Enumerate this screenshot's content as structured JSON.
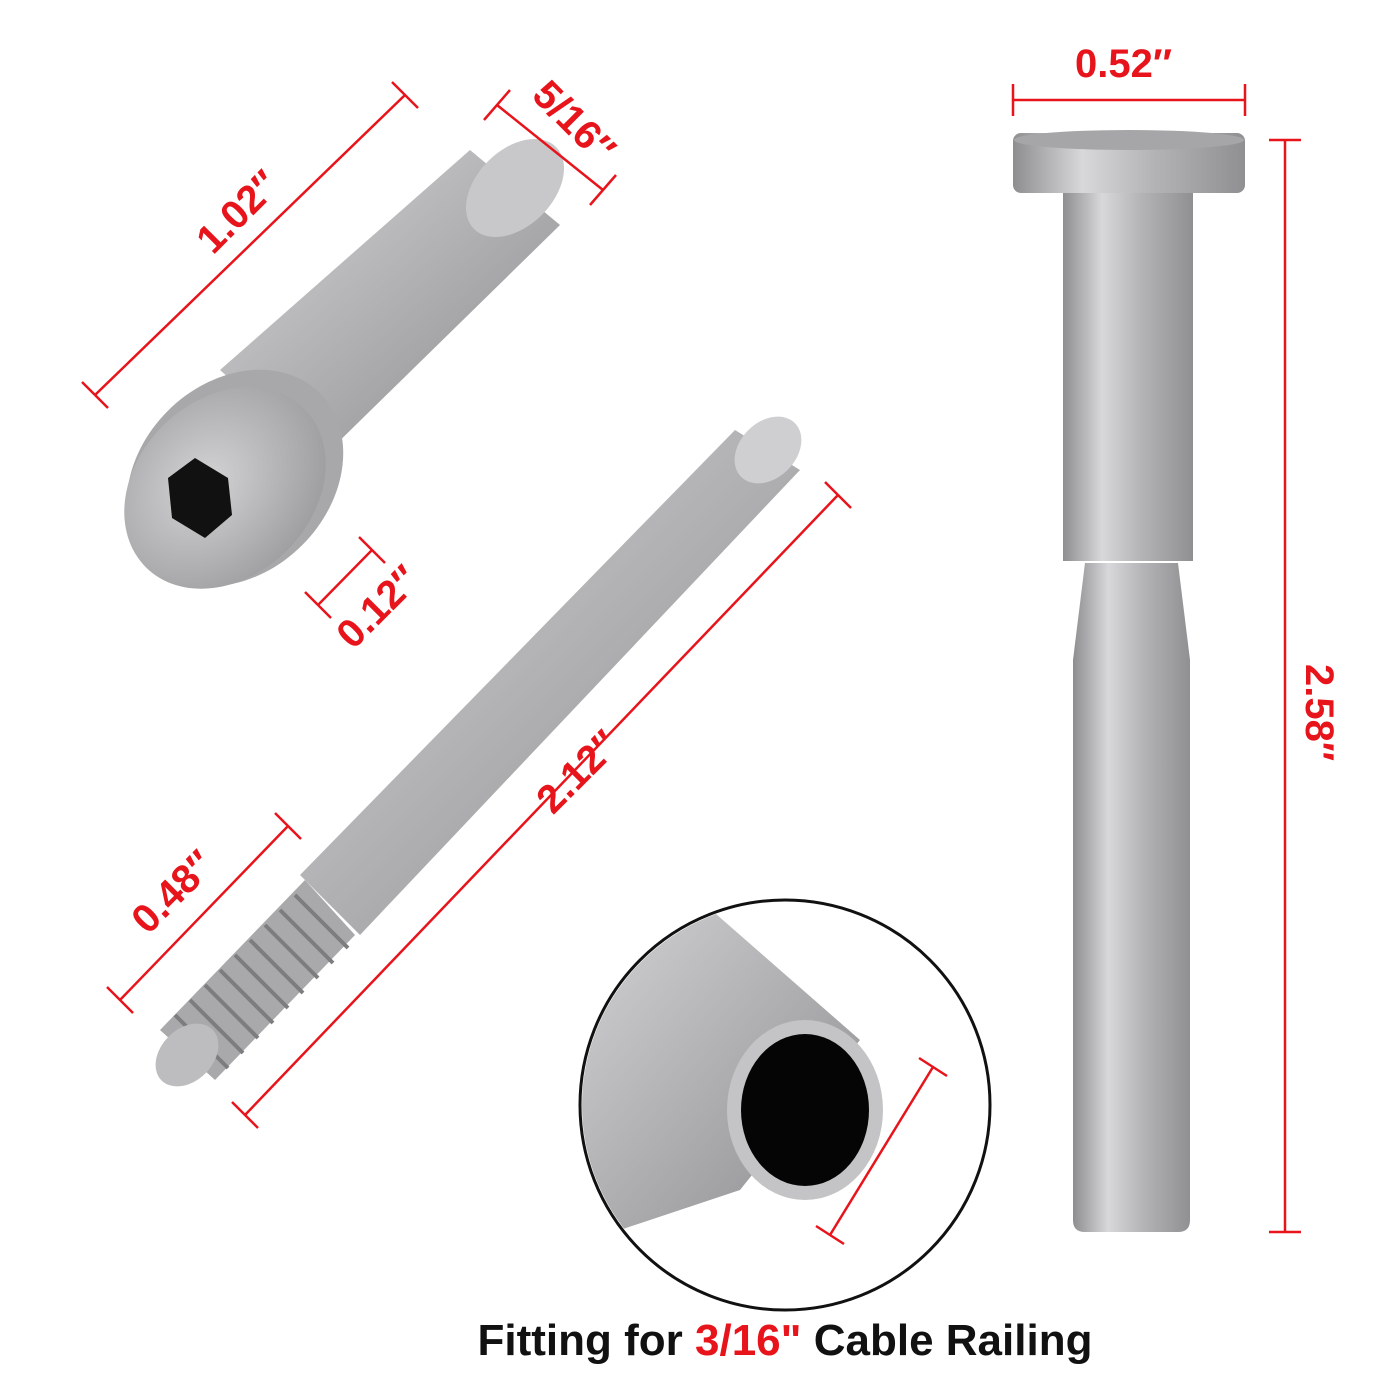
{
  "dimensions": {
    "nut_length": "1.02″",
    "nut_diameter": "5/16″",
    "head_thickness": "0.12″",
    "thread_length": "0.48″",
    "stud_length": "2.12″",
    "fitting_head_diameter": "0.52″",
    "fitting_length": "2.58″"
  },
  "caption": {
    "prefix": "Fitting for ",
    "highlight": "3/16\"",
    "suffix": " Cable Railing"
  },
  "colors": {
    "dimension": "#e8141b",
    "metal": "#b9b9bb",
    "text": "#111111"
  }
}
